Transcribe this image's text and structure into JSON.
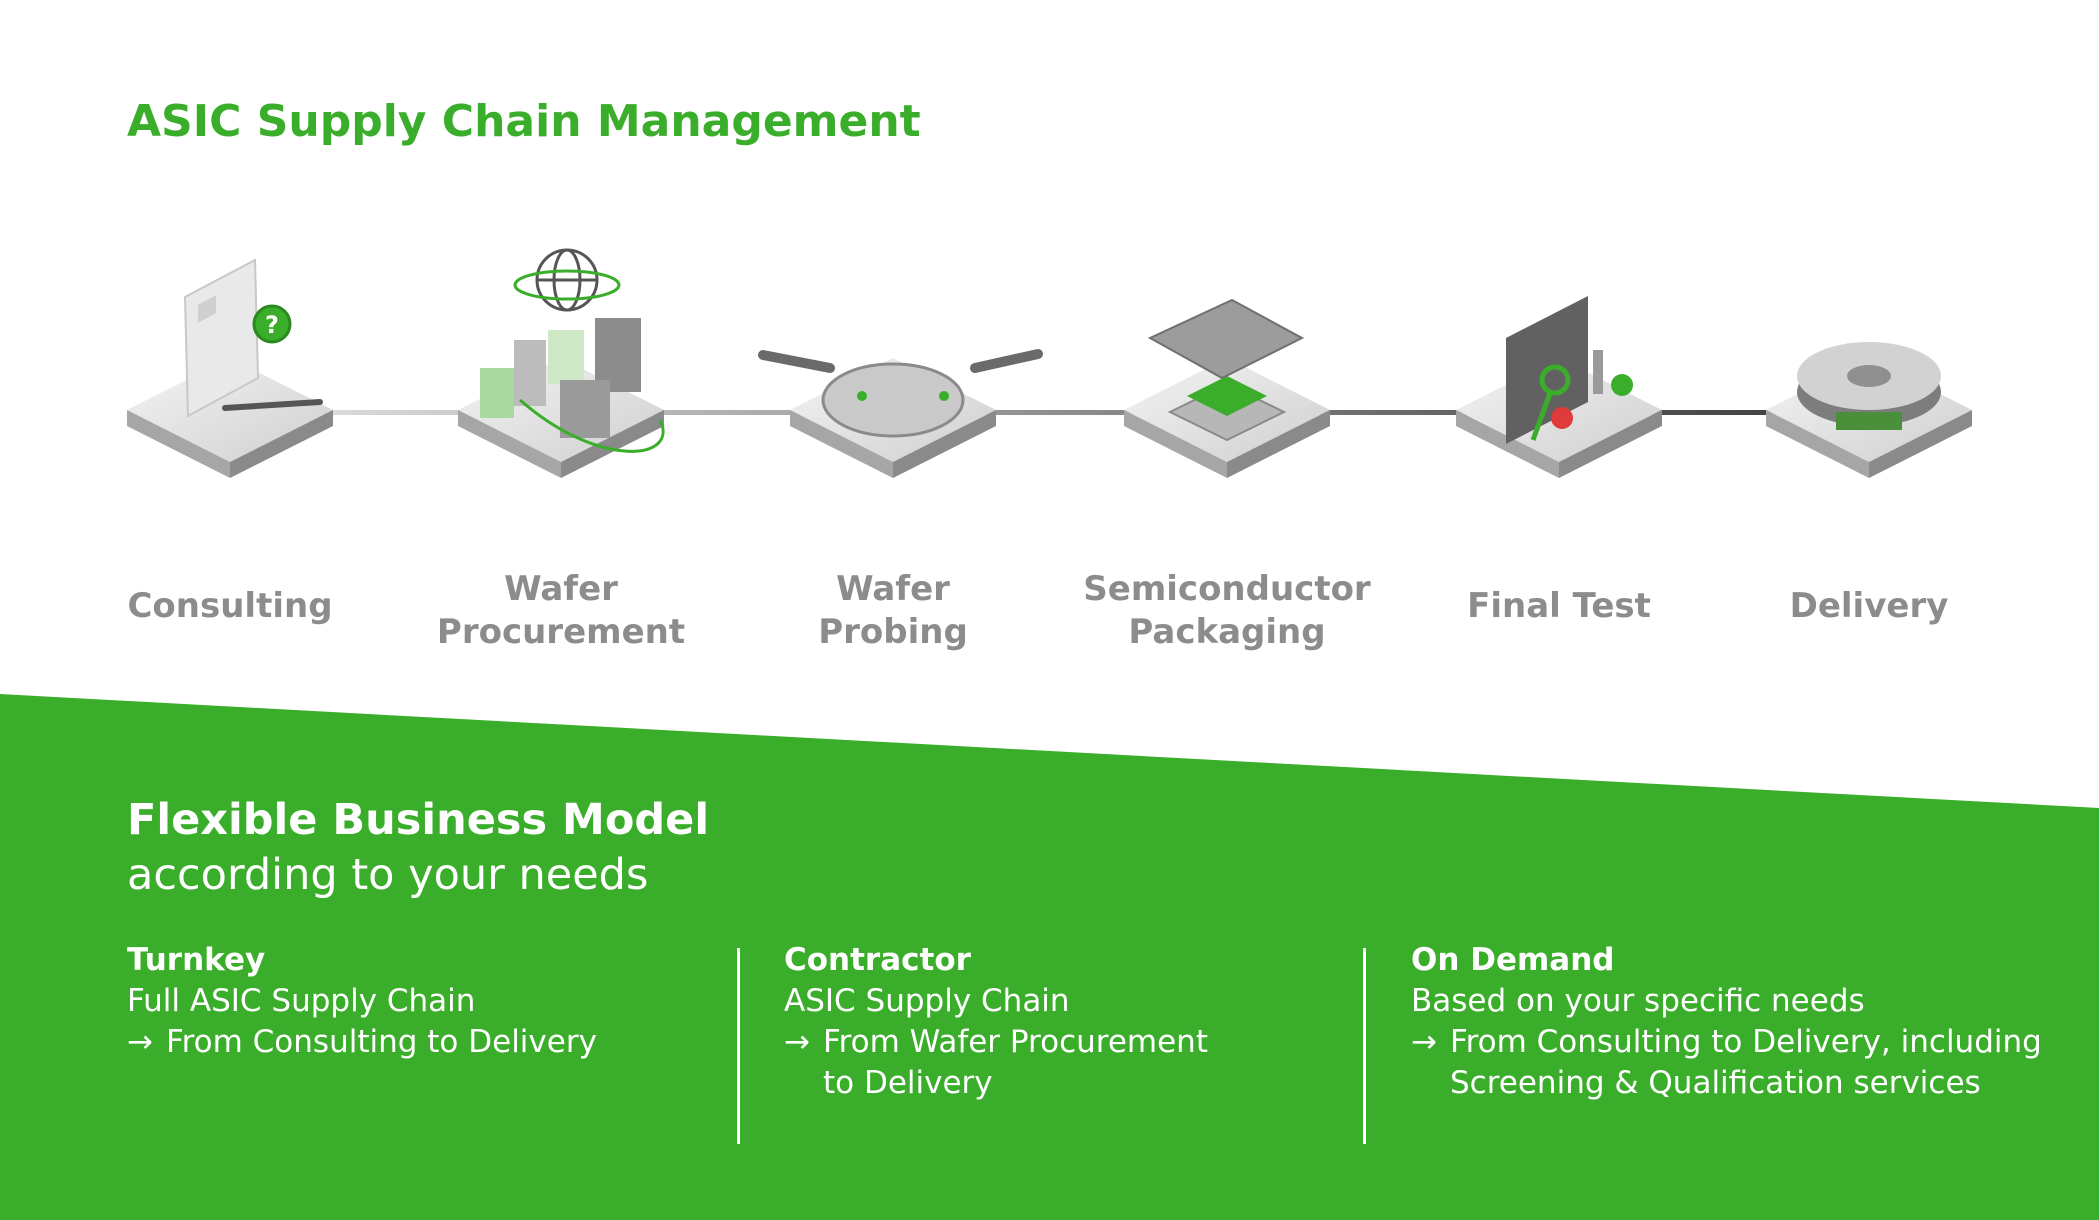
{
  "header": {
    "title": "ASIC Supply Chain Management"
  },
  "stages": [
    {
      "label_lines": [
        "Consulting"
      ],
      "icon": "consulting-document-icon"
    },
    {
      "label_lines": [
        "Wafer",
        "Procurement"
      ],
      "icon": "wafer-procurement-factory-icon"
    },
    {
      "label_lines": [
        "Wafer",
        "Probing"
      ],
      "icon": "wafer-probing-icon"
    },
    {
      "label_lines": [
        "Semiconductor",
        "Packaging"
      ],
      "icon": "chip-packaging-icon"
    },
    {
      "label_lines": [
        "Final Test"
      ],
      "icon": "final-test-icon"
    },
    {
      "label_lines": [
        "Delivery"
      ],
      "icon": "reel-delivery-icon"
    }
  ],
  "business_model": {
    "title": "Flexible Business Model",
    "subtitle": "according to your needs",
    "arrow": "→",
    "options": [
      {
        "name": "Turnkey",
        "desc": "Full ASIC Supply Chain",
        "detail_lines": [
          "From Consulting to Delivery"
        ]
      },
      {
        "name": "Contractor",
        "desc": "ASIC Supply Chain",
        "detail_lines": [
          "From Wafer Procurement",
          "to Delivery"
        ]
      },
      {
        "name": "On Demand",
        "desc": "Based on your specific needs",
        "detail_lines": [
          "From Consulting to Delivery, including",
          "Screening & Qualification services"
        ]
      }
    ]
  },
  "colors": {
    "brand_green": "#3aae2a",
    "label_grey": "#8c8c8c",
    "tile_grey": "#d9d9d9",
    "connector_dark": "#3a3a3a",
    "connector_light": "#dcdcdc",
    "error_red": "#e03a3a"
  }
}
